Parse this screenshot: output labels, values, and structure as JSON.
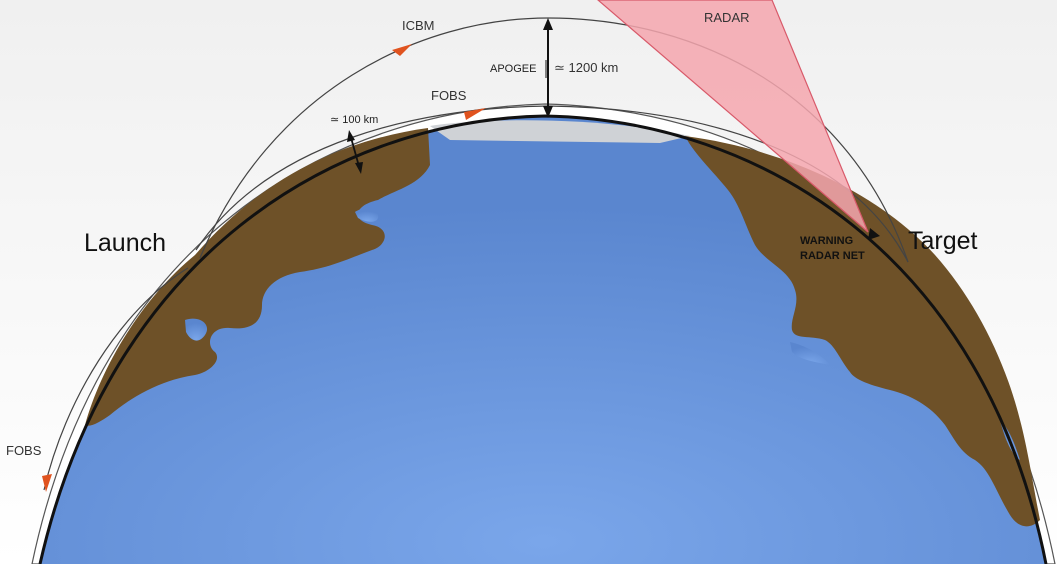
{
  "diagram": {
    "labels": {
      "icbm": "ICBM",
      "radar": "RADAR",
      "apogee": "APOGEE",
      "apogee_value": "≃ 1200 km",
      "fobs_top": "FOBS",
      "fobs_left": "FOBS",
      "altitude": "≃ 100 km",
      "launch": "Launch",
      "target": "Target",
      "warning_line1": "WARNING",
      "warning_line2": "RADAR NET"
    },
    "colors": {
      "ocean": "#6b97dd",
      "land": "#6e5128",
      "atmosphere": "#ffffff",
      "radar_beam": "#f4a6ae",
      "arrow": "#e0531f",
      "outline": "#111111"
    }
  }
}
